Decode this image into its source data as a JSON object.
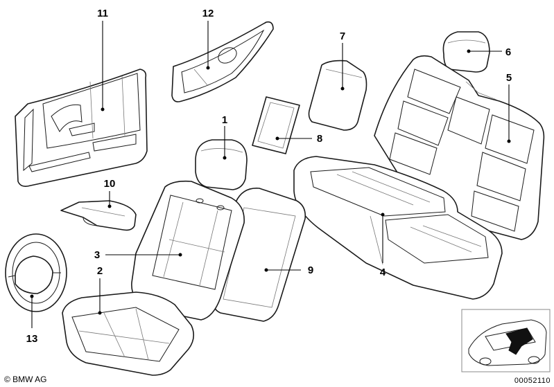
{
  "callouts": {
    "c1": "1",
    "c2": "2",
    "c3": "3",
    "c4": "4",
    "c5": "5",
    "c6": "6",
    "c7": "7",
    "c8": "8",
    "c9": "9",
    "c10": "10",
    "c11": "11",
    "c12": "12",
    "c13": "13"
  },
  "footer": {
    "copyright": "© BMW AG",
    "diagram_number": "00052110"
  }
}
